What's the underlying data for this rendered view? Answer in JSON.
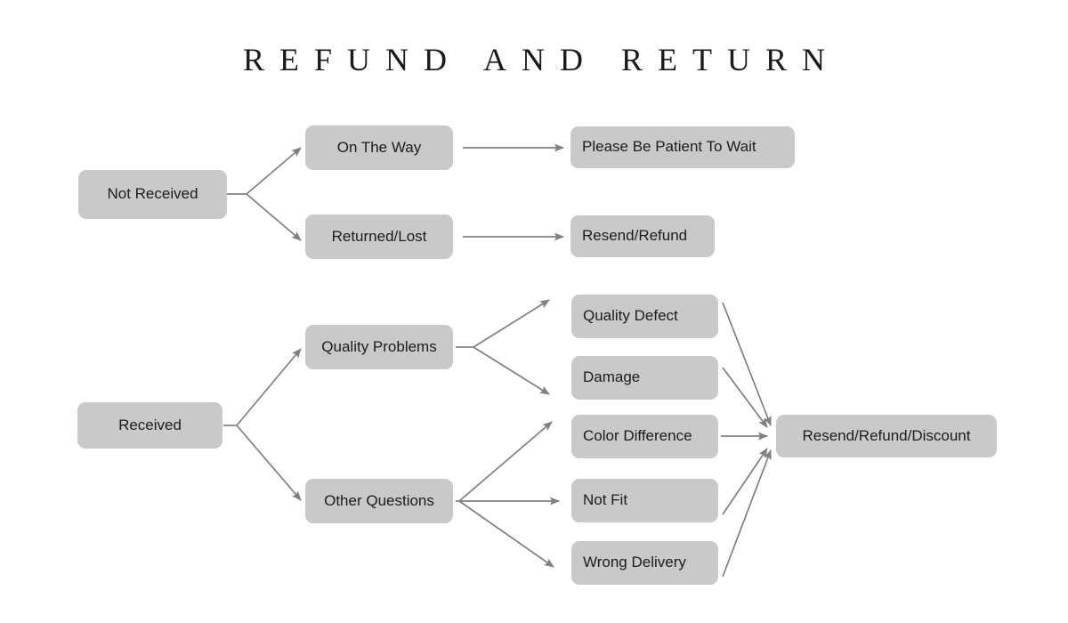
{
  "title": "R E F U N D   A N D   R E T U R N",
  "title_plain": "REFUND AND RETURN",
  "colors": {
    "background": "#ffffff",
    "node_fill": "#c9c9c9",
    "node_text": "#1c1c1c",
    "edge": "#808080",
    "title_text": "#1a1a1a"
  },
  "nodes": {
    "not_received": "Not Received",
    "on_the_way": "On The Way",
    "returned_lost": "Returned/Lost",
    "please_wait": "Please Be Patient To Wait",
    "resend_refund": "Resend/Refund",
    "received": "Received",
    "quality_problems": "Quality Problems",
    "other_questions": "Other Questions",
    "quality_defect": "Quality Defect",
    "damage": "Damage",
    "color_difference": "Color Difference",
    "not_fit": "Not Fit",
    "wrong_delivery": "Wrong Delivery",
    "resend_refund_discount": "Resend/Refund/Discount"
  },
  "flow": {
    "branches": [
      {
        "from": "Not Received",
        "to": "On The Way"
      },
      {
        "from": "Not Received",
        "to": "Returned/Lost"
      },
      {
        "from": "On The Way",
        "to": "Please Be Patient To Wait"
      },
      {
        "from": "Returned/Lost",
        "to": "Resend/Refund"
      },
      {
        "from": "Received",
        "to": "Quality Problems"
      },
      {
        "from": "Received",
        "to": "Other Questions"
      },
      {
        "from": "Quality Problems",
        "to": "Quality Defect"
      },
      {
        "from": "Quality Problems",
        "to": "Damage"
      },
      {
        "from": "Other Questions",
        "to": "Color Difference"
      },
      {
        "from": "Other Questions",
        "to": "Not Fit"
      },
      {
        "from": "Other Questions",
        "to": "Wrong Delivery"
      },
      {
        "from": "Quality Defect",
        "to": "Resend/Refund/Discount"
      },
      {
        "from": "Damage",
        "to": "Resend/Refund/Discount"
      },
      {
        "from": "Color Difference",
        "to": "Resend/Refund/Discount"
      },
      {
        "from": "Not Fit",
        "to": "Resend/Refund/Discount"
      },
      {
        "from": "Wrong Delivery",
        "to": "Resend/Refund/Discount"
      }
    ]
  }
}
